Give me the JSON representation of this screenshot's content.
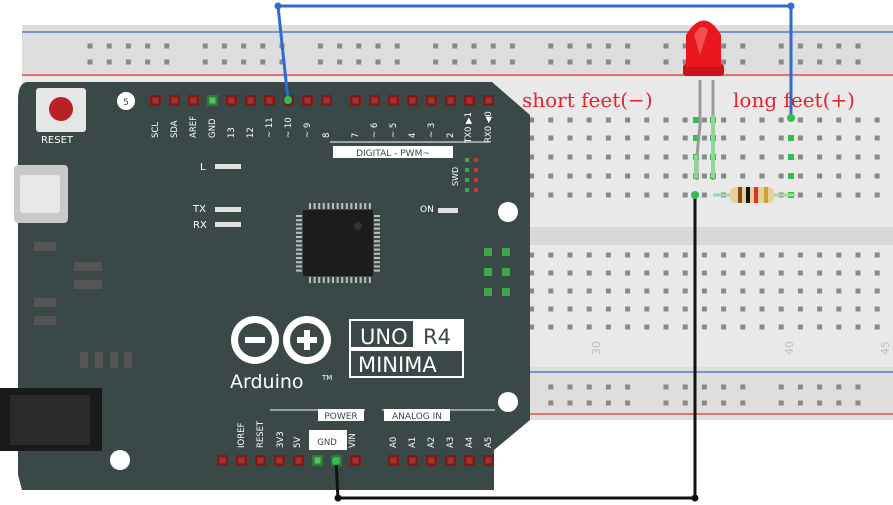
{
  "board": {
    "reset_label": "RESET",
    "digital_label": "DIGITAL  -   PWM~",
    "power_label": "POWER",
    "analog_label": "ANALOG IN",
    "swd_label": "SWD",
    "on_label": "ON",
    "l_label": "L",
    "tx_label": "TX",
    "rx_label": "RX",
    "txpin_label": "TX0 ▶1",
    "rxpin_label": "RX0 ◀0",
    "brand": "Arduino",
    "tm": "TM",
    "model_line1_a": "UNO",
    "model_line1_b": "R4",
    "model_line2": "MINIMA",
    "top_pins": [
      "SCL",
      "SDA",
      "AREF",
      "GND",
      "13",
      "12",
      "~ 11",
      "~ 10",
      "~ 9",
      "8",
      "7",
      "~ 6",
      "~ 5",
      "4",
      "~ 3",
      "2"
    ],
    "power_pins": [
      "IOREF",
      "RESET",
      "3V3",
      "5V",
      "GND",
      "VIN"
    ],
    "analog_pins": [
      "A0",
      "A1",
      "A2",
      "A3",
      "A4",
      "A5"
    ],
    "hole_5": "5"
  },
  "breadboard": {
    "column_numbers": [
      "30",
      "40",
      "45"
    ]
  },
  "annotations": {
    "short_feet": "short feet(−)",
    "long_feet": "long feet(+)"
  },
  "colors": {
    "board": "#3b4a48",
    "wire_blue": "#2f6ad0",
    "wire_black": "#111111",
    "led": "#e8161e",
    "rail_red": "#e44",
    "rail_blue": "#47a"
  }
}
